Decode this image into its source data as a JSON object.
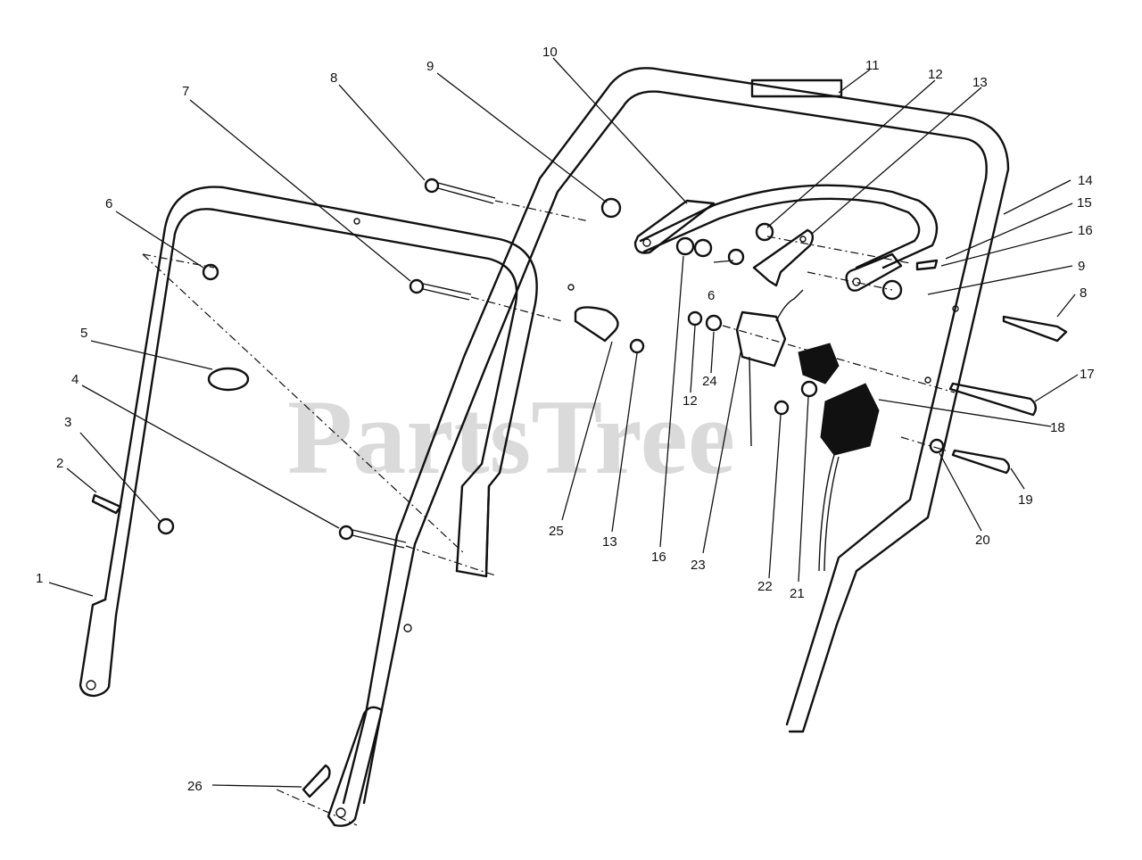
{
  "watermark": "PartsTree",
  "callouts": [
    {
      "id": "c1",
      "text": "1"
    },
    {
      "id": "c2",
      "text": "2"
    },
    {
      "id": "c3",
      "text": "3"
    },
    {
      "id": "c4",
      "text": "4"
    },
    {
      "id": "c5",
      "text": "5"
    },
    {
      "id": "c6a",
      "text": "6"
    },
    {
      "id": "c6b",
      "text": "6"
    },
    {
      "id": "c7",
      "text": "7"
    },
    {
      "id": "c8a",
      "text": "8"
    },
    {
      "id": "c8b",
      "text": "8"
    },
    {
      "id": "c9a",
      "text": "9"
    },
    {
      "id": "c9b",
      "text": "9"
    },
    {
      "id": "c10",
      "text": "10"
    },
    {
      "id": "c11",
      "text": "11"
    },
    {
      "id": "c12a",
      "text": "12"
    },
    {
      "id": "c12b",
      "text": "12"
    },
    {
      "id": "c13a",
      "text": "13"
    },
    {
      "id": "c13b",
      "text": "13"
    },
    {
      "id": "c14",
      "text": "14"
    },
    {
      "id": "c15",
      "text": "15"
    },
    {
      "id": "c16a",
      "text": "16"
    },
    {
      "id": "c16b",
      "text": "16"
    },
    {
      "id": "c17",
      "text": "17"
    },
    {
      "id": "c18",
      "text": "18"
    },
    {
      "id": "c19",
      "text": "19"
    },
    {
      "id": "c20",
      "text": "20"
    },
    {
      "id": "c21",
      "text": "21"
    },
    {
      "id": "c22",
      "text": "22"
    },
    {
      "id": "c23",
      "text": "23"
    },
    {
      "id": "c24",
      "text": "24"
    },
    {
      "id": "c25",
      "text": "25"
    },
    {
      "id": "c26",
      "text": "26"
    }
  ]
}
